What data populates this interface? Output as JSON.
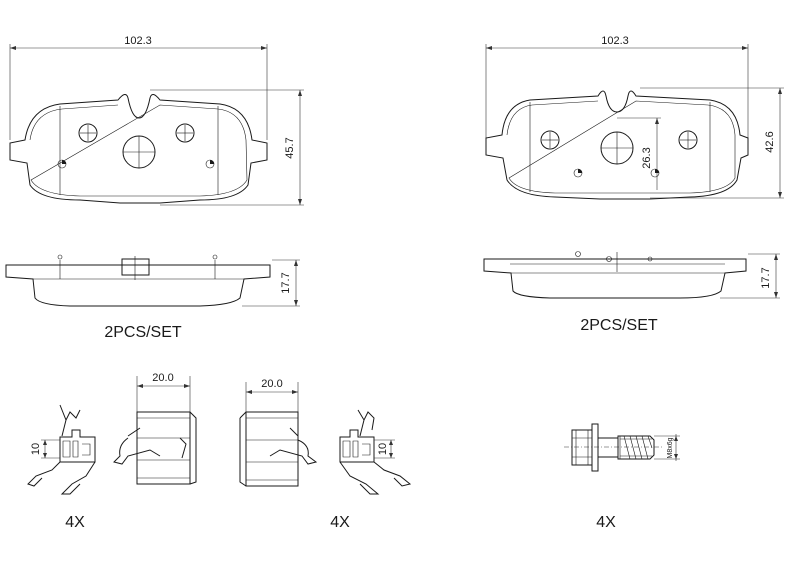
{
  "pad_left": {
    "width": "102.3",
    "height": "45.7",
    "thickness": "17.7",
    "qty": "2PCS/SET"
  },
  "pad_right": {
    "width": "102.3",
    "height": "42.6",
    "hole": "26.3",
    "thickness": "17.7",
    "qty": "2PCS/SET"
  },
  "clip_left": {
    "width": "20.0",
    "height": "10",
    "qty": "4X"
  },
  "clip_right": {
    "width": "20.0",
    "height": "10",
    "qty": "4X"
  },
  "bolt": {
    "thread": "M8x6g",
    "qty": "4X"
  }
}
